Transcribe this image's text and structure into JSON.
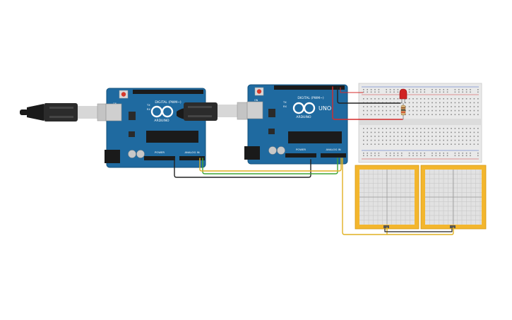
{
  "board1": {
    "digital_label": "DIGITAL (PWM~)",
    "brand": "ARDUINO",
    "power_label": "POWER",
    "analog_label": "ANALOG IN",
    "tx_label": "TX",
    "rx_label": "RX",
    "on_label": "ON",
    "aref_label": "AREF"
  },
  "board2": {
    "digital_label": "DIGITAL (PWM~)",
    "brand": "ARDUINO",
    "model": "UNO",
    "power_label": "POWER",
    "analog_label": "ANALOG IN",
    "tx_label": "TX",
    "rx_label": "RX",
    "on_label": "ON",
    "aref_label": "AREF"
  },
  "colors": {
    "board": "#1f6aa0",
    "board_edge": "#13507b",
    "breadboard": "#e9e9e9",
    "wire_black": "#222222",
    "wire_green": "#3fa535",
    "wire_yellow": "#e0b122",
    "wire_red": "#d62b2b",
    "pad": "#f3b62d",
    "led": "#d02424"
  }
}
